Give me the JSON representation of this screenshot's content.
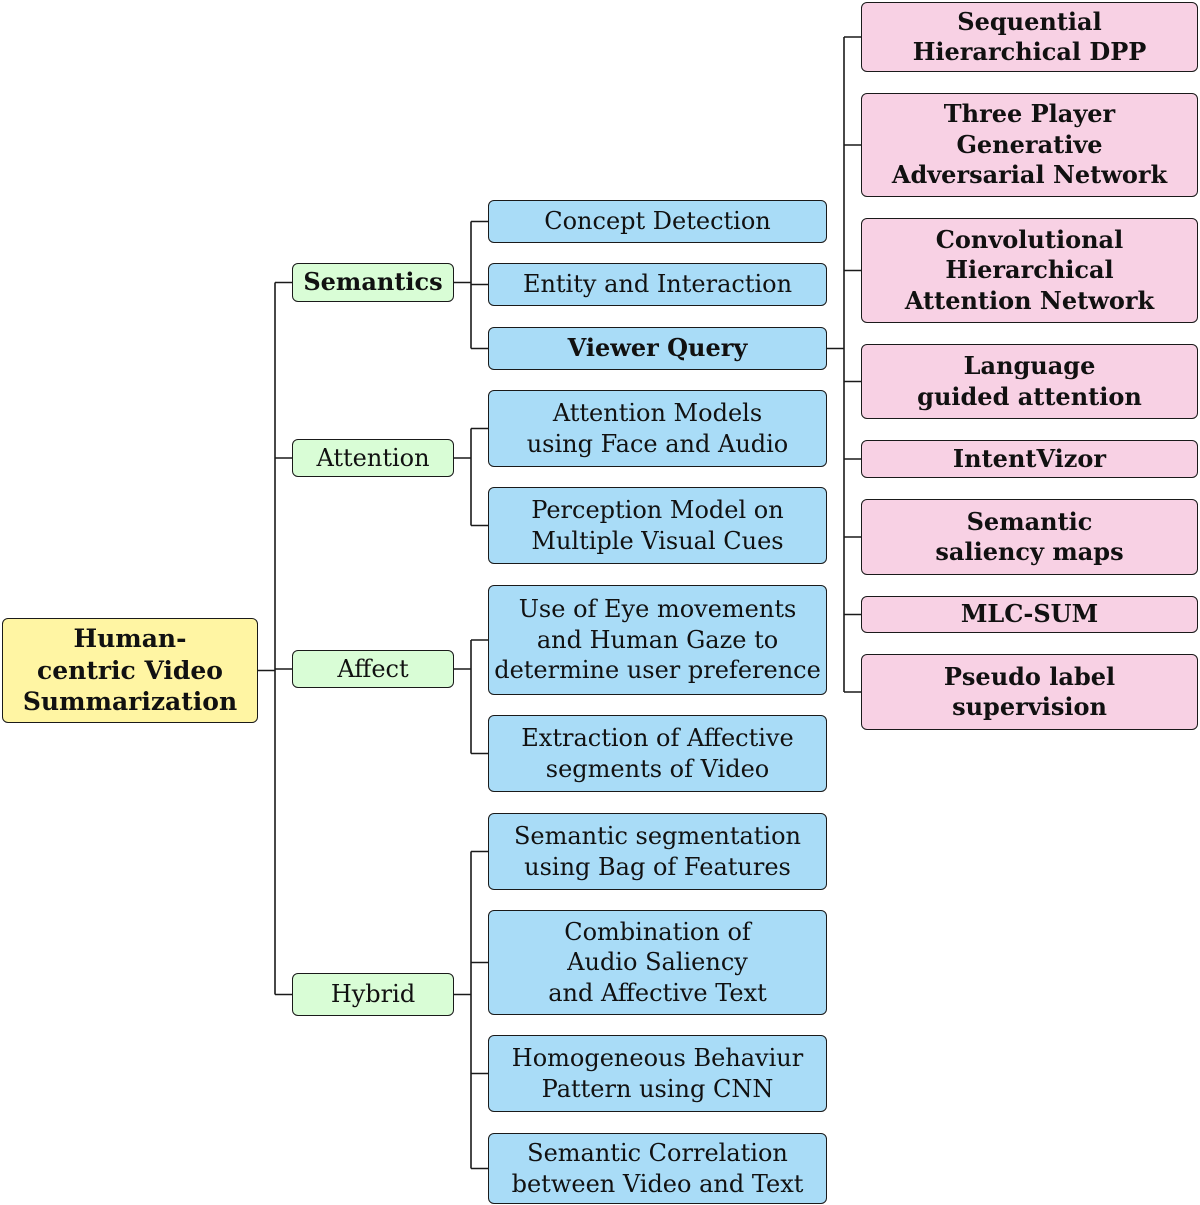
{
  "root": {
    "lines": [
      "Human-",
      "centric Video",
      "Summarization"
    ]
  },
  "categories": [
    {
      "label": "Semantics",
      "methods": [
        {
          "lines": [
            "Concept Detection"
          ]
        },
        {
          "lines": [
            "Entity and Interaction"
          ]
        },
        {
          "lines": [
            "Viewer Query"
          ]
        }
      ]
    },
    {
      "label": "Attention",
      "methods": [
        {
          "lines": [
            "Attention Models",
            "using Face and Audio"
          ]
        },
        {
          "lines": [
            "Perception Model on",
            "Multiple Visual Cues"
          ]
        }
      ]
    },
    {
      "label": "Affect",
      "methods": [
        {
          "lines": [
            "Use of Eye movements",
            "and Human Gaze to",
            "determine user preference"
          ]
        },
        {
          "lines": [
            "Extraction of Affective",
            "segments of Video"
          ]
        }
      ]
    },
    {
      "label": "Hybrid",
      "methods": [
        {
          "lines": [
            "Semantic segmentation",
            "using Bag of Features"
          ]
        },
        {
          "lines": [
            "Combination of",
            "Audio Saliency",
            "and Affective Text"
          ]
        },
        {
          "lines": [
            "Homogeneous Behaviur",
            "Pattern using CNN"
          ]
        },
        {
          "lines": [
            "Semantic Correlation",
            "between Video and Text"
          ]
        }
      ]
    }
  ],
  "viewer_query_models": [
    {
      "lines": [
        "Sequential",
        "Hierarchical DPP"
      ]
    },
    {
      "lines": [
        "Three Player",
        "Generative",
        "Adversarial Network"
      ]
    },
    {
      "lines": [
        "Convolutional",
        "Hierarchical",
        "Attention Network"
      ]
    },
    {
      "lines": [
        "Language",
        "guided attention"
      ]
    },
    {
      "lines": [
        "IntentVizor"
      ]
    },
    {
      "lines": [
        "Semantic",
        "saliency maps"
      ]
    },
    {
      "lines": [
        "MLC-SUM"
      ]
    },
    {
      "lines": [
        "Pseudo label",
        "supervision"
      ]
    }
  ],
  "colors": {
    "root_fill": "#fff5a3",
    "category_fill": "#d9fdd6",
    "method_fill": "#a9dcf7",
    "model_fill": "#f8d1e4",
    "stroke": "#1a1a1a"
  }
}
